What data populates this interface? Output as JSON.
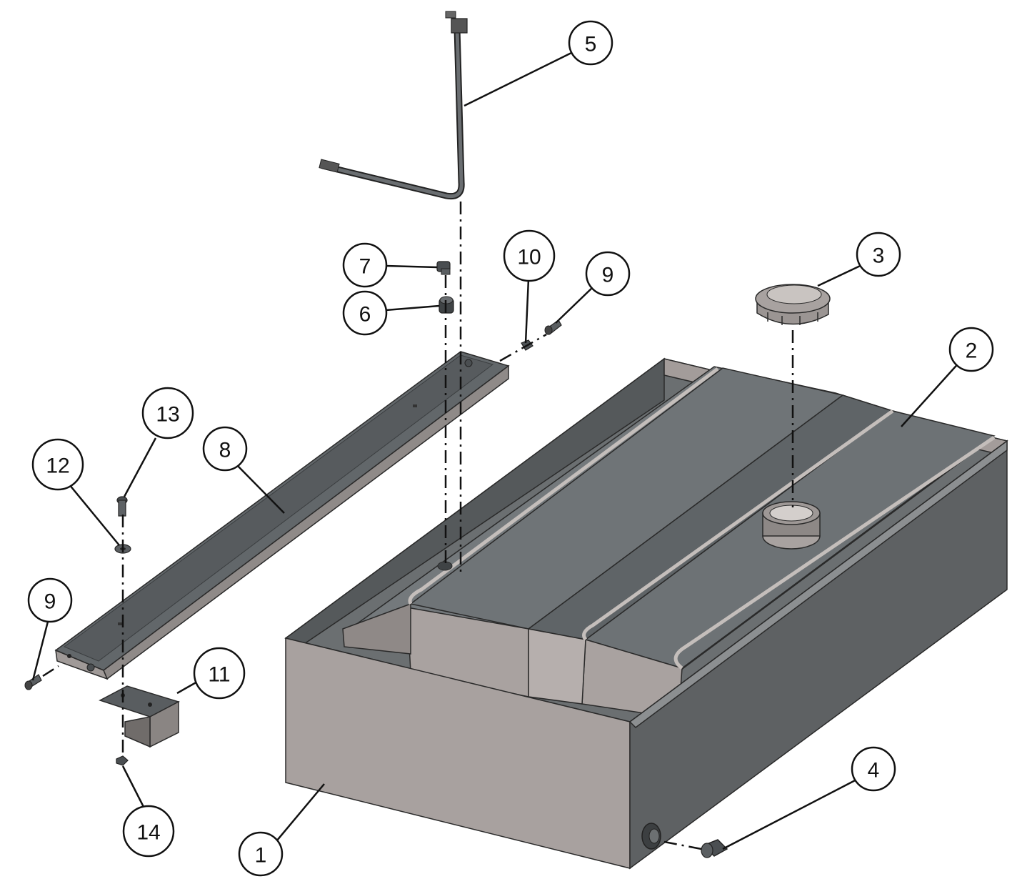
{
  "colors": {
    "housing_front": "#a8a19f",
    "housing_side": "#5e6163",
    "housing_top_rim": "#7b7e80",
    "tank_top": "#74797c",
    "tank_highlight": "#b9b3b0",
    "dark_steel": "#4d5154",
    "line": "#111111"
  },
  "callouts": [
    {
      "id": "callout-1",
      "label": "1"
    },
    {
      "id": "callout-2",
      "label": "2"
    },
    {
      "id": "callout-3",
      "label": "3"
    },
    {
      "id": "callout-4",
      "label": "4"
    },
    {
      "id": "callout-5",
      "label": "5"
    },
    {
      "id": "callout-6",
      "label": "6"
    },
    {
      "id": "callout-7",
      "label": "7"
    },
    {
      "id": "callout-8",
      "label": "8"
    },
    {
      "id": "callout-9a",
      "label": "9"
    },
    {
      "id": "callout-9b",
      "label": "9"
    },
    {
      "id": "callout-10",
      "label": "10"
    },
    {
      "id": "callout-11",
      "label": "11"
    },
    {
      "id": "callout-12",
      "label": "12"
    },
    {
      "id": "callout-13",
      "label": "13"
    },
    {
      "id": "callout-14",
      "label": "14"
    }
  ]
}
